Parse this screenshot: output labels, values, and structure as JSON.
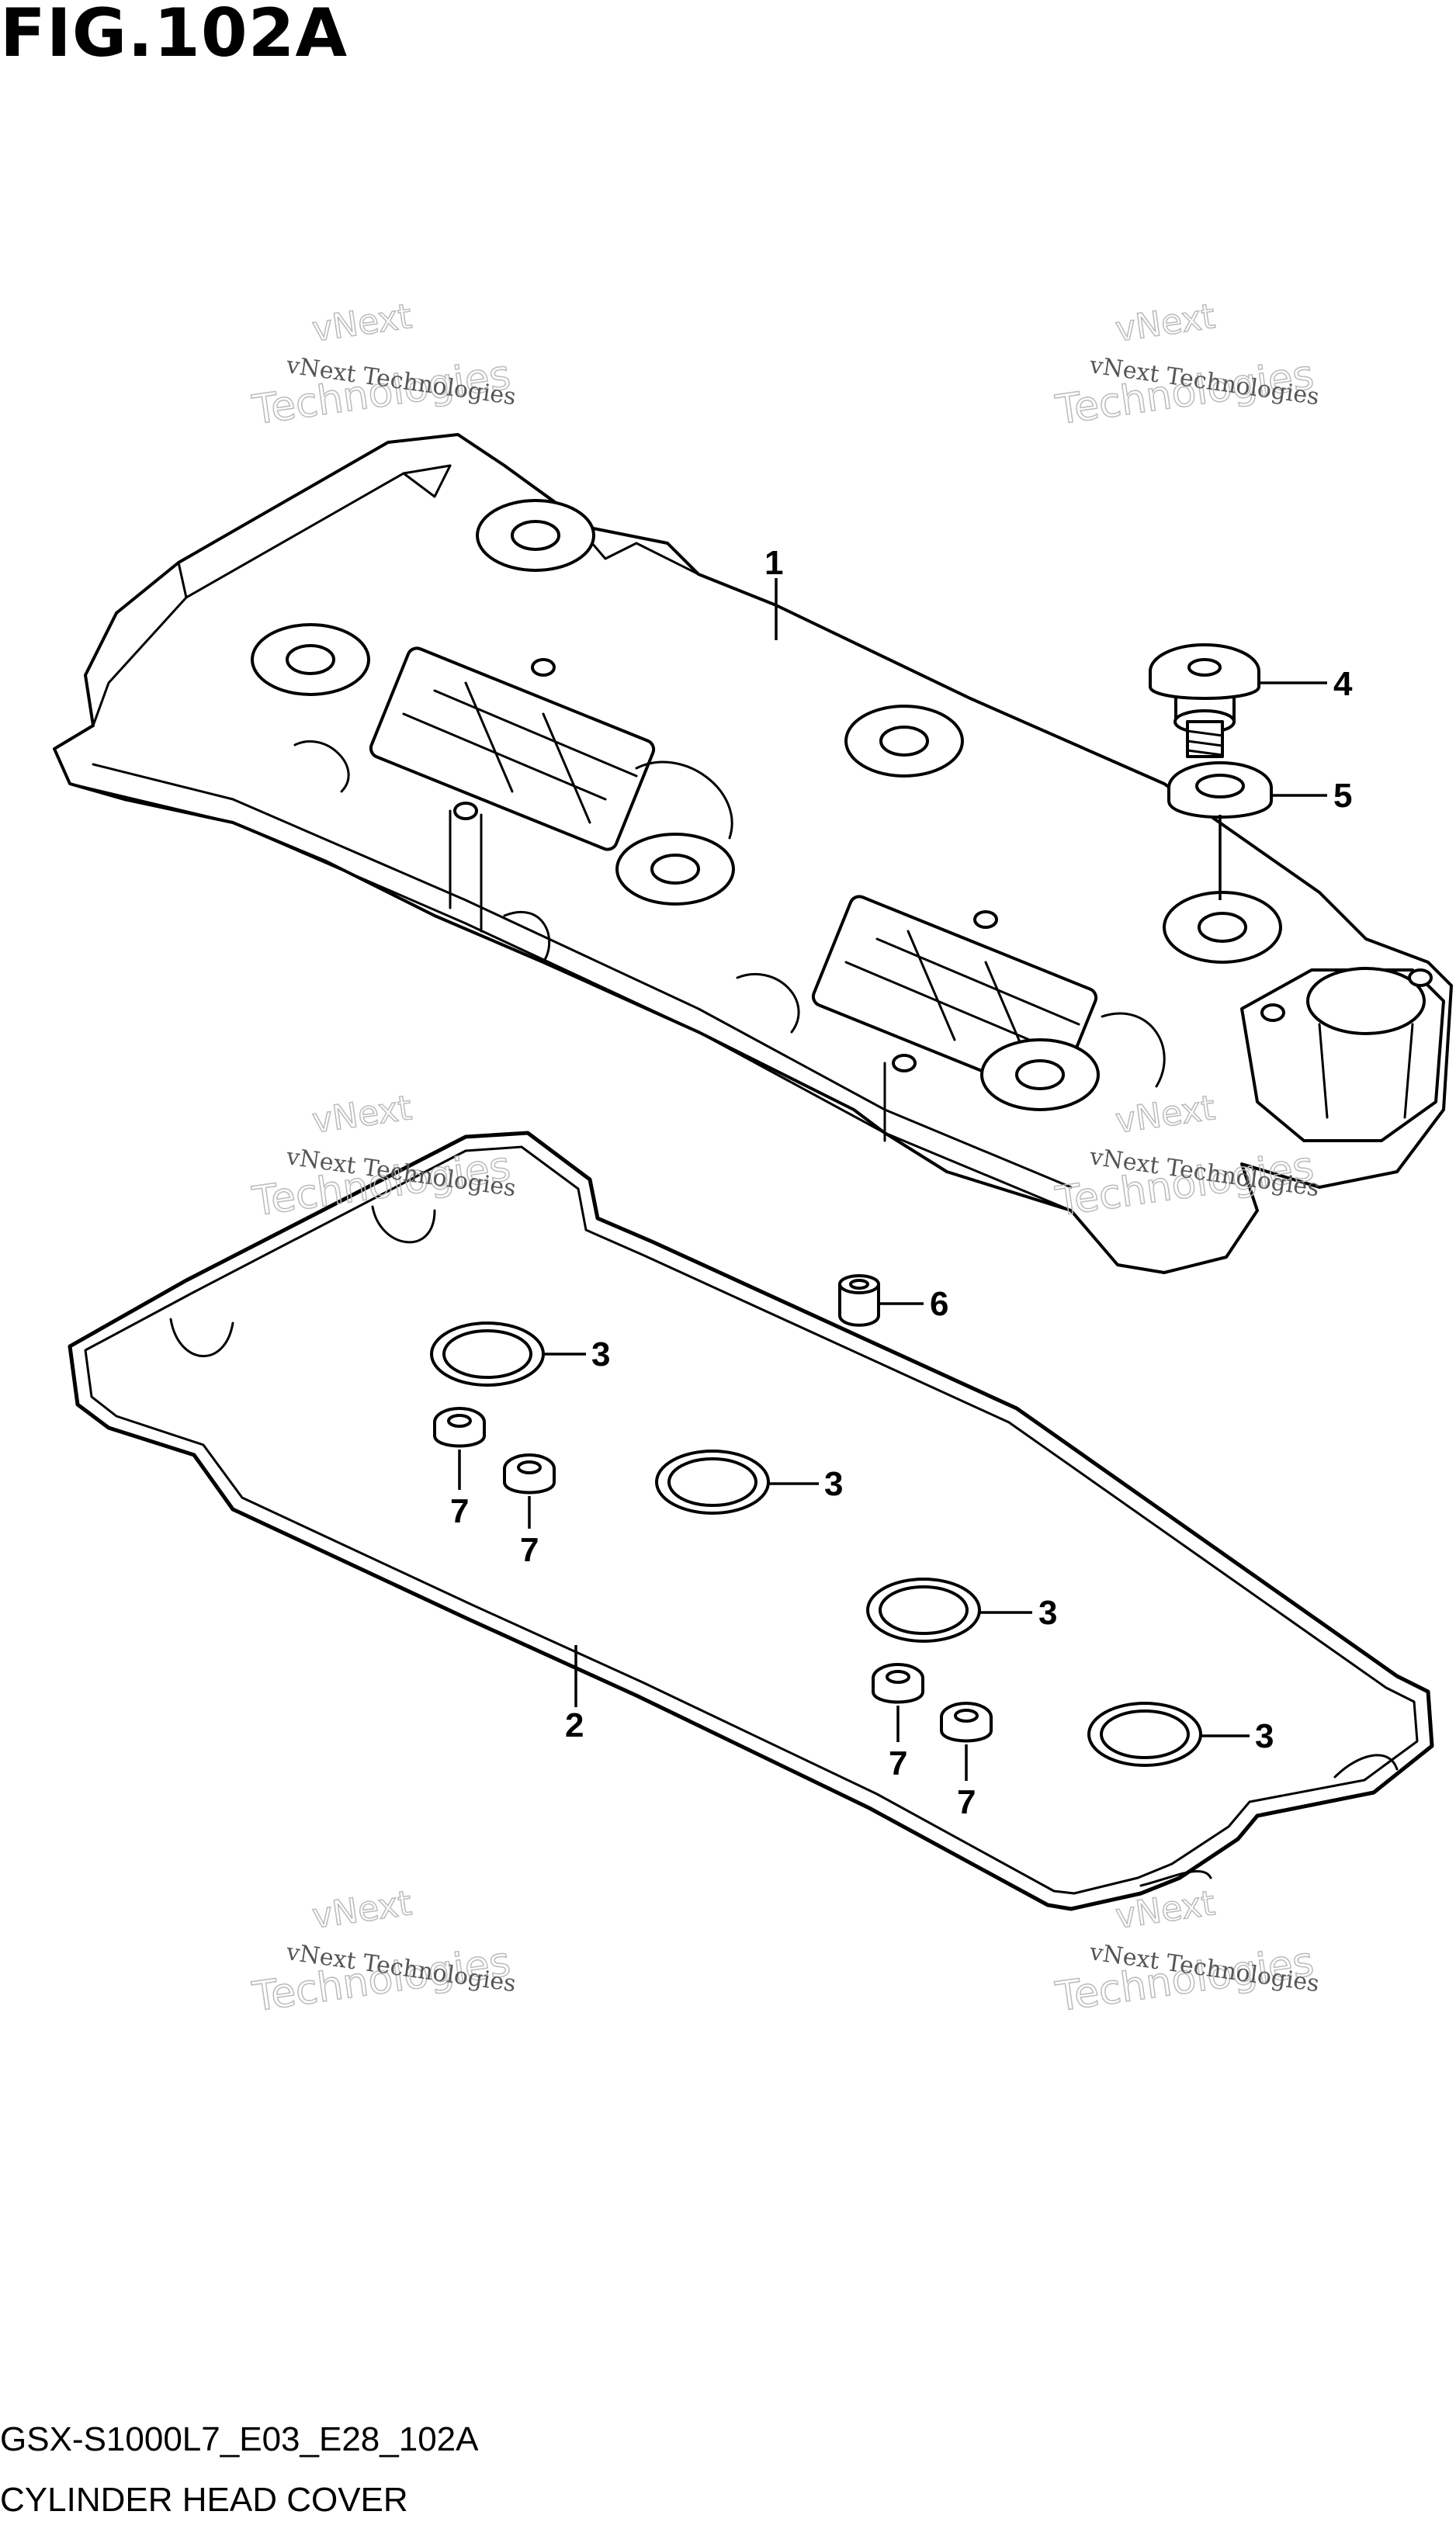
{
  "figure": {
    "title": "FIG.102A",
    "drawing_code": "GSX-S1000L7_E03_E28_102A",
    "name": "CYLINDER HEAD COVER"
  },
  "watermark": {
    "small": "vNext Technologies",
    "big": "Technologies",
    "next": "vNext"
  },
  "callouts": [
    "1",
    "2",
    "3",
    "3",
    "3",
    "3",
    "4",
    "5",
    "6",
    "7",
    "7",
    "7",
    "7"
  ]
}
